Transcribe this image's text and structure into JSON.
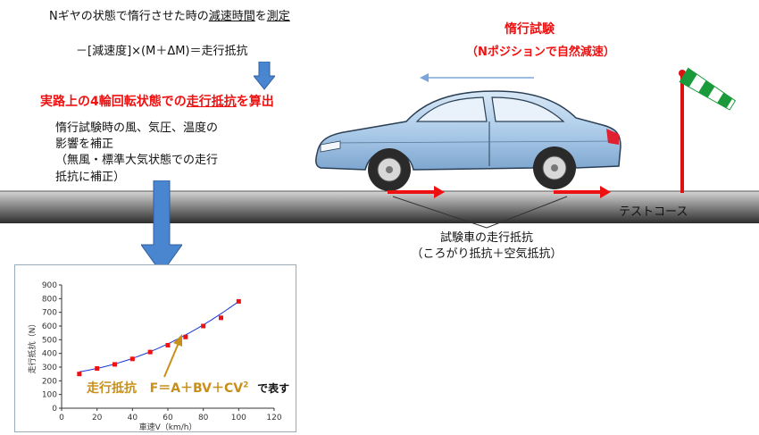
{
  "text": {
    "measure_pre": "Nギヤの状態で惰行させた時の",
    "measure_u1": "減速時間",
    "measure_mid": "を",
    "measure_u2": "測定",
    "equation": "－[減速度]×(M＋ΔM)＝走行抵抗",
    "result_pre": "実路上の4輪回転状態での",
    "result_u": "走行抵抗",
    "result_post": "を算出",
    "correction_1": "惰行試験時の風、気圧、温度の",
    "correction_2": "影響を補正",
    "correction_3": "（無風・標準大気状態での走行",
    "correction_4": "抵抗に補正）",
    "coast_title": "惰行試験",
    "coast_sub": "（Nポジションで自然減速）",
    "course": "テストコース",
    "car_label_1": "試験車の走行抵抗",
    "car_label_2": "（ころがり抵抗＋空気抵抗）",
    "formula_label": "走行抵抗",
    "formula_f": "F＝A＋BV＋CV",
    "formula_sup": "2",
    "formula_post": "で表す"
  },
  "colors": {
    "red": "#ee1111",
    "gold": "#c8901a",
    "arrow_blue": "#4a86d0",
    "ground_top": "#c9c9c9",
    "ground_bottom": "#2e2e2e",
    "car_blue": "#a9c9e8",
    "windsock_green": "#1a9a3a",
    "curve_blue": "#1a35d8",
    "marker_red": "#ee1111"
  },
  "icons": {
    "down_arrow": "down-arrow-icon",
    "windsock": "windsock-icon",
    "car": "car-icon",
    "direction_arrow": "left-arrow-icon"
  },
  "chart_data": {
    "type": "scatter",
    "xlabel": "車速V（km/h）",
    "ylabel": "走行抵抗（N）",
    "xlim": [
      0,
      120
    ],
    "ylim": [
      0,
      900
    ],
    "xticks": [
      "0",
      "20",
      "40",
      "60",
      "80",
      "100",
      "120"
    ],
    "yticks": [
      "0",
      "100",
      "200",
      "300",
      "400",
      "500",
      "600",
      "700",
      "800",
      "900"
    ],
    "grid": false,
    "series": [
      {
        "x": [
          10,
          20,
          30,
          40,
          50,
          60,
          70,
          80,
          90,
          100
        ],
        "y": [
          250,
          290,
          320,
          360,
          410,
          460,
          520,
          600,
          660,
          780
        ]
      }
    ],
    "fit_curve": {
      "A": 250,
      "B": 1.2,
      "C": 0.041
    }
  }
}
